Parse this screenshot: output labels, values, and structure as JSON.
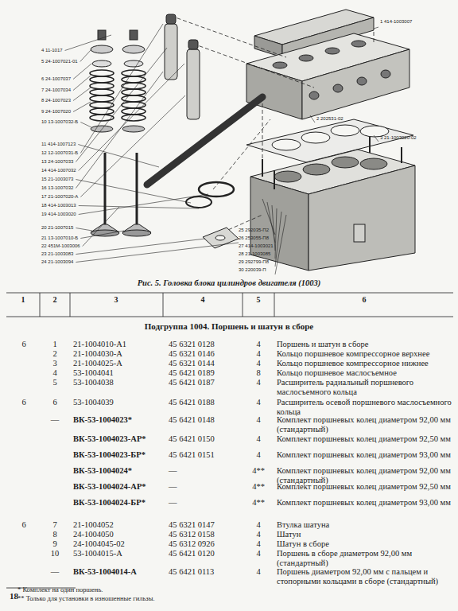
{
  "diagram": {
    "title": "Подгруппа 1004. Поршень и шатун в сборе",
    "caption": "Рис. 5. Головка блока цилиндров двигателя (1003)",
    "labels": [
      "4 11-1017",
      "5 24-1007021-01",
      "6 24-1007037",
      "7 24-1007034",
      "8 24-1007023",
      "9 24-1007020",
      "10 13-1007032-Б",
      "11 414-1007123",
      "12 12-1007031-Б",
      "13 24-1007033",
      "14 414-1007032",
      "15 21-1003073",
      "16 13-1007032",
      "17 21-1007020-А",
      "18 414-1003013",
      "19 414-1003020",
      "20 21-1007015",
      "21 13-1007010-Б",
      "22 451М-1003006",
      "23 21-1003083",
      "24 21-1003094",
      "1 414-1003007",
      "2 202531-02",
      "3 21-1003020-02",
      "25 292035-П2",
      "26 253055-П8",
      "27 414-1003021",
      "28 21-1003085",
      "29 292799-П8",
      "30 220039-П",
      "1",
      "2",
      "3",
      "4",
      "5",
      "6",
      "6",
      "1",
      "21-1004010-А1",
      "45 6321 0128",
      "4",
      "Поршень и шатун в сборе",
      "2",
      "21-1004030-А",
      "45 6321 0146",
      "4",
      "Кольцо поршневое компрессорное верхнее",
      "3",
      "21-1004025-А",
      "45 6321 0144",
      "4",
      "Кольцо поршневое компрессорное нижнее",
      "4",
      "53-1004041",
      "45 6421 0189",
      "8",
      "Кольцо поршневое маслосъемное",
      "5",
      "53-1004038",
      "45 6421 0187",
      "4",
      "Расширитель радиальный поршневого маслосъемного кольца",
      "6",
      "6",
      "53-1004039",
      "45 6421 0188",
      "4",
      "Расширитель осевой поршневого маслосъемного кольца",
      "—",
      "ВК-53-1004023*",
      "45 6421 0148",
      "4",
      "Комплект поршневых колец диаметром 92,00 мм (стандартный)",
      "ВК-53-1004023-АР*",
      "45 6421 0150",
      "4",
      "Комплект поршневых колец диаметром 92,50 мм",
      "ВК-53-1004023-БР*",
      "45 6421 0151",
      "4",
      "Комплект поршневых колец диаметром 93,00 мм",
      "ВК-53-1004024*",
      "—",
      "4**",
      "Комплект поршневых колец диаметром 92,00 мм (стандартный)",
      "ВК-53-1004024-АР*",
      "—",
      "4**",
      "Комплект поршневых колец диаметром 92,50 мм",
      "ВК-53-1004024-БР*",
      "—",
      "4**",
      "Комплект поршневых колец диаметром 93,00 мм",
      "6",
      "7",
      "21-1004052",
      "45 6321 0147",
      "4",
      "Втулка шатуна",
      "8",
      "24-1004050",
      "45 6312 0158",
      "4",
      "Шатун",
      "9",
      "24-1004045-02",
      "45 6312 0926",
      "4",
      "Шатун в сборе",
      "10",
      "53-1004015-А",
      "45 6421 0120",
      "4",
      "Поршень в сборе диаметром 92,00 мм (стандартный)",
      "—",
      "ВК-53-1004014-А",
      "45 6421 0113",
      "4",
      "Поршень диаметром 92,00 мм с пальцем и стопорными кольцами в сборе (стандартный)",
      "* Комплект на один поршень.",
      "** Только для установки в изношенные гильзы.",
      "18"
    ]
  }
}
